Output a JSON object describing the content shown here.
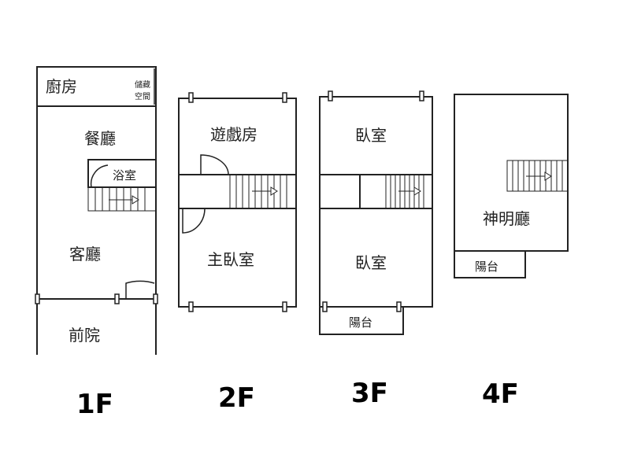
{
  "floors": {
    "f1": {
      "label": "1F",
      "rooms": {
        "kitchen": "廚房",
        "storage_line1": "儲藏",
        "storage_line2": "空間",
        "dining": "餐廳",
        "bathroom": "浴室",
        "living": "客廳",
        "front_yard": "前院"
      }
    },
    "f2": {
      "label": "2F",
      "rooms": {
        "playroom": "遊戲房",
        "master_bedroom": "主臥室"
      }
    },
    "f3": {
      "label": "3F",
      "rooms": {
        "bedroom_front": "臥室",
        "bedroom_back": "臥室",
        "balcony": "陽台"
      }
    },
    "f4": {
      "label": "4F",
      "rooms": {
        "shrine": "神明廳",
        "balcony": "陽台"
      }
    }
  }
}
